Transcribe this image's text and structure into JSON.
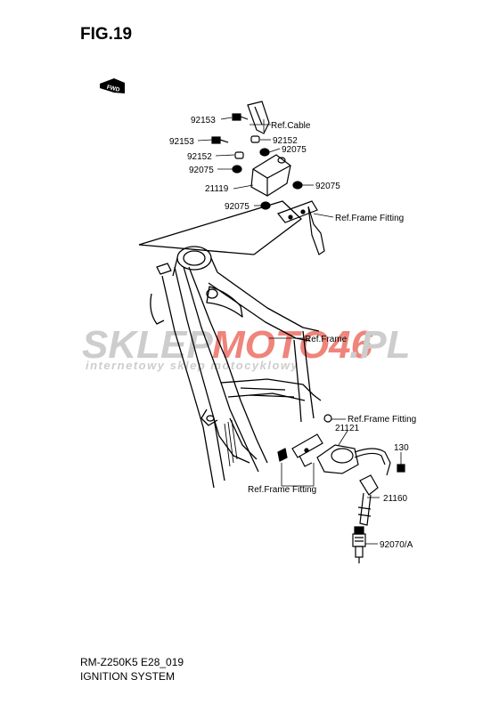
{
  "figure": {
    "title": "FIG.19"
  },
  "fwd_badge": "FWD",
  "watermark": {
    "brand": "SKLEPMOTO46.PL",
    "brand_part1": "SKLEP",
    "brand_part2": "MOTO46",
    "brand_part3": ".PL",
    "tagline": "internetowy sklep motocyklowy"
  },
  "labels": {
    "p92153_a": "92153",
    "ref_cable": "Ref.Cable",
    "p92153_b": "92153",
    "p92152_a": "92152",
    "p92075_a": "92075",
    "p92152_b": "92152",
    "p92075_b": "92075",
    "p21119": "21119",
    "p92075_c": "92075",
    "p92075_d": "92075",
    "ref_frame_fitting_top": "Ref.Frame Fitting",
    "ref_frame": "Ref.Frame",
    "ref_frame_fitting_mid": "Ref.Frame Fitting",
    "p21121": "21121",
    "p130": "130",
    "ref_frame_fitting_bottom": "Ref.Frame Fitting",
    "p21160": "21160",
    "p92070a": "92070/A"
  },
  "footer": {
    "model": "RM-Z250K5 E28_019",
    "system": "IGNITION SYSTEM"
  },
  "colors": {
    "line": "#000000",
    "watermark_gray": "#c8c8c8",
    "watermark_red": "#e84a3c",
    "background": "#ffffff"
  }
}
